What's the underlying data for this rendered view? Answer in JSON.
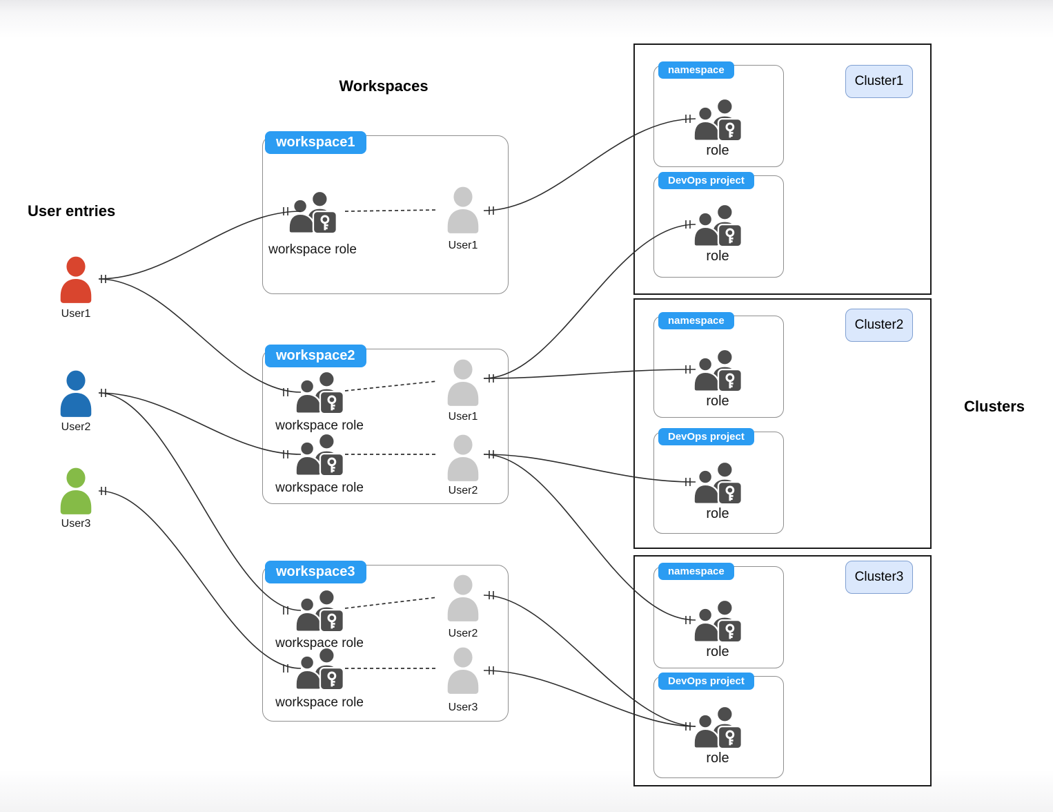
{
  "headings": {
    "user_entries": "User entries",
    "workspaces": "Workspaces",
    "clusters": "Clusters"
  },
  "users": [
    {
      "name": "User1",
      "color": "#d9452e"
    },
    {
      "name": "User2",
      "color": "#1f6fb5"
    },
    {
      "name": "User3",
      "color": "#85bb47"
    }
  ],
  "workspaces": [
    {
      "tab": "workspace1",
      "rows": [
        {
          "role": "workspace role",
          "user": "User1"
        }
      ]
    },
    {
      "tab": "workspace2",
      "rows": [
        {
          "role": "workspace role",
          "user": "User1"
        },
        {
          "role": "workspace role",
          "user": "User2"
        }
      ]
    },
    {
      "tab": "workspace3",
      "rows": [
        {
          "role": "workspace role",
          "user": "User2"
        },
        {
          "role": "workspace role",
          "user": "User3"
        }
      ]
    }
  ],
  "clusters": [
    {
      "badge": "Cluster1",
      "sections": [
        {
          "tab": "namespace",
          "role": "role"
        },
        {
          "tab": "DevOps project",
          "role": "role"
        }
      ]
    },
    {
      "badge": "Cluster2",
      "sections": [
        {
          "tab": "namespace",
          "role": "role"
        },
        {
          "tab": "DevOps project",
          "role": "role"
        }
      ]
    },
    {
      "badge": "Cluster3",
      "sections": [
        {
          "tab": "namespace",
          "role": "role"
        },
        {
          "tab": "DevOps project",
          "role": "role"
        }
      ]
    }
  ],
  "edges": [
    {
      "from": "User1",
      "to": "workspace1 / workspace role"
    },
    {
      "from": "User1",
      "to": "workspace2 / workspace role (row 1)"
    },
    {
      "from": "User2",
      "to": "workspace2 / workspace role (row 2)"
    },
    {
      "from": "User2",
      "to": "workspace3 / workspace role (row 1)"
    },
    {
      "from": "User3",
      "to": "workspace3 / workspace role (row 2)"
    },
    {
      "from": "workspace1 / User1",
      "to": "Cluster1 / namespace / role"
    },
    {
      "from": "workspace2 / User1",
      "to": "Cluster1 / DevOps project / role"
    },
    {
      "from": "workspace2 / User1",
      "to": "Cluster2 / namespace / role"
    },
    {
      "from": "workspace2 / User2",
      "to": "Cluster2 / DevOps project / role"
    },
    {
      "from": "workspace2 / User2",
      "to": "Cluster3 / namespace / role"
    },
    {
      "from": "workspace3 / User2",
      "to": "Cluster3 / DevOps project / role"
    },
    {
      "from": "workspace3 / User3",
      "to": "Cluster3 / DevOps project / role"
    }
  ],
  "colors": {
    "tab_blue": "#2b9cf2",
    "cluster_badge_bg": "#dbe8fc",
    "cluster_badge_border": "#7f9fd1",
    "user1": "#d9452e",
    "user2": "#1f6fb5",
    "user3": "#85bb47",
    "workspace_user_gray": "#c9c9c9",
    "role_icon_dark": "#4d4d4d",
    "connector": "#2d2d2d"
  }
}
